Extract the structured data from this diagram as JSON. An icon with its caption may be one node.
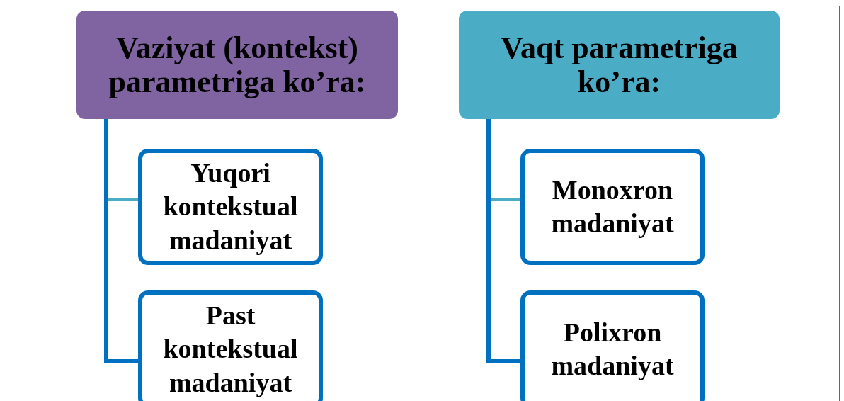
{
  "diagram": {
    "nodes": [
      {
        "text": [
          "Vaziyat (kontekst) parametriga ko’ra:"
        ]
      },
      {
        "text": [
          "Yuqori kontekstual madaniyat"
        ]
      },
      {
        "text": [
          "Past kontekstual madaniyat"
        ]
      },
      {
        "text": [
          "Vaqt parametriga ko’ra:"
        ]
      },
      {
        "text": [
          "Monoxron madaniyat"
        ]
      },
      {
        "text": [
          "Polixron madaniyat"
        ]
      }
    ],
    "edges": [
      {
        "from": 0,
        "to": 1,
        "arrow": "none",
        "color": "#4bacc6"
      },
      {
        "from": 0,
        "to": 2,
        "arrow": "none"
      },
      {
        "from": 3,
        "to": 4,
        "arrow": "none",
        "color": "#4bacc6"
      },
      {
        "from": 3,
        "to": 5,
        "arrow": "none"
      }
    ]
  }
}
